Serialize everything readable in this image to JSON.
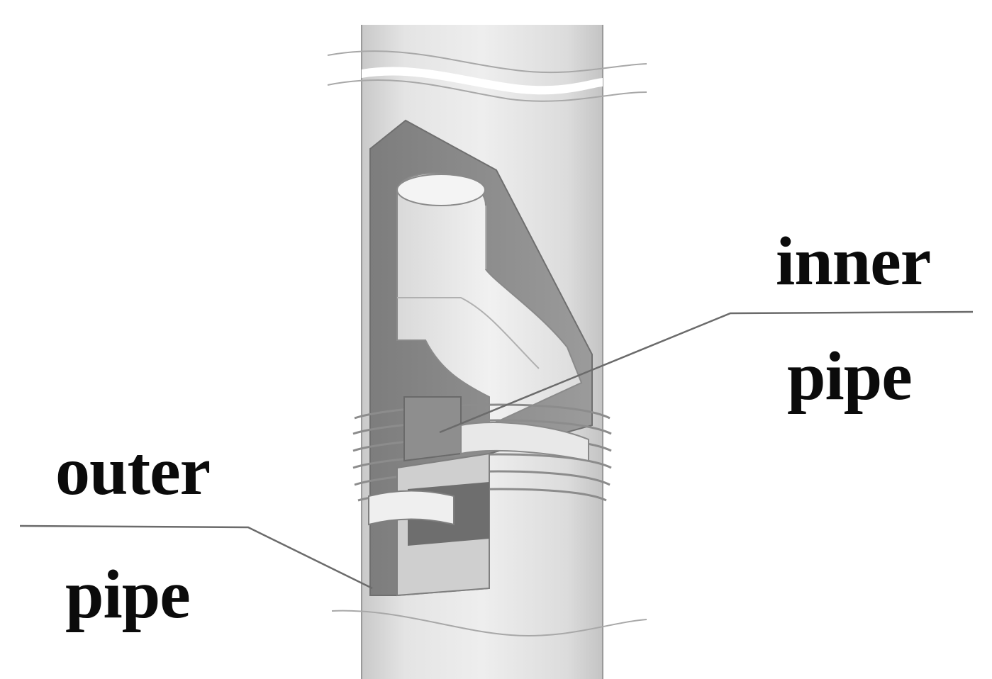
{
  "labels": {
    "inner": {
      "line1": "inner",
      "line2": "pipe"
    },
    "outer": {
      "line1": "outer",
      "line2": "pipe"
    }
  }
}
